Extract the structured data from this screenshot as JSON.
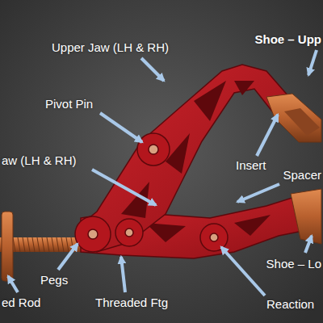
{
  "diagram": {
    "labels": [
      "Upper Jaw (LH & RH)",
      "Shoe – Upp",
      "Pivot Pin",
      "Insert",
      "aw (LH & RH)",
      "Spacer",
      "Shoe – Lo",
      "Pegs",
      "ed Rod",
      "Threaded Ftg",
      "Reaction"
    ]
  }
}
